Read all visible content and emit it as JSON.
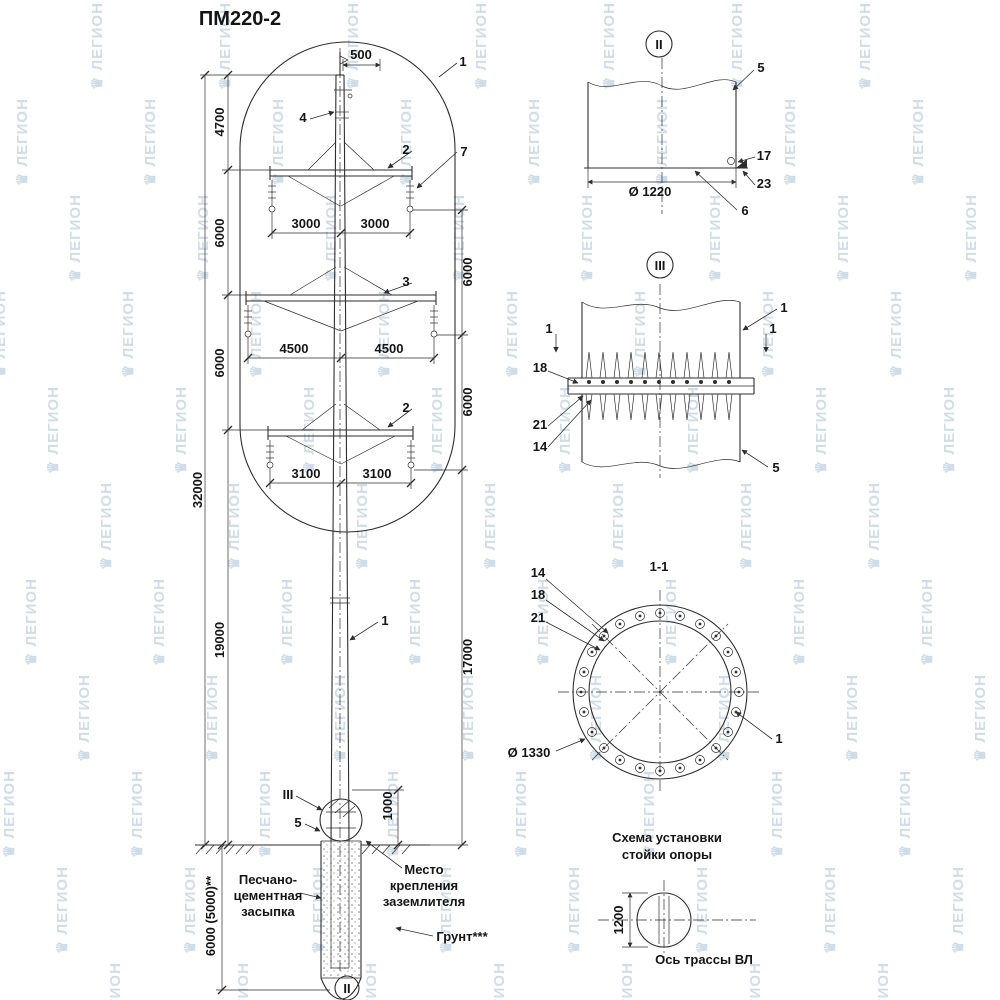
{
  "title": "ПМ220-2",
  "watermark": {
    "icon": "♛",
    "text": "ЛЕГИОН",
    "color": "#9fbdd4"
  },
  "elevation": {
    "callouts": {
      "top_pole": "1",
      "fitting": "4",
      "upper_arm": "2",
      "hook": "7",
      "middle_arm": "3",
      "lower_arm": "2",
      "shaft": "1",
      "detail_iii": "III",
      "foundation_shell": "5",
      "detail_ii": "II"
    },
    "dims": {
      "top_500": "500",
      "h_4700": "4700",
      "h_6000_a": "6000",
      "h_6000_b": "6000",
      "h_32000": "32000",
      "h_19000": "19000",
      "r_6000_a": "6000",
      "r_6000_b": "6000",
      "r_17000": "17000",
      "r_1000": "1000",
      "found_6000": "6000 (5000)**",
      "arm1_l": "3000",
      "arm1_r": "3000",
      "arm2_l": "4500",
      "arm2_r": "4500",
      "arm3_l": "3100",
      "arm3_r": "3100"
    },
    "labels": {
      "backfill_1": "Песчано-",
      "backfill_2": "цементная",
      "backfill_3": "засыпка",
      "earthing_1": "Место",
      "earthing_2": "крепления",
      "earthing_3": "заземлителя",
      "soil": "Грунт***"
    }
  },
  "detail_ii": {
    "marker": "II",
    "dia": "Ø 1220",
    "c5": "5",
    "c17": "17",
    "c23": "23",
    "c6": "6"
  },
  "detail_iii": {
    "marker": "III",
    "c1": "1",
    "c18": "18",
    "c21": "21",
    "c14": "14",
    "c5": "5",
    "sec_left": "1",
    "sec_right": "1"
  },
  "section": {
    "title": "1-1",
    "c14": "14",
    "c18": "18",
    "c21": "21",
    "c1": "1",
    "dia": "Ø 1330"
  },
  "scheme": {
    "title_1": "Схема установки",
    "title_2": "стойки опоры",
    "dim_1200": "1200",
    "axis": "Ось трассы ВЛ"
  }
}
